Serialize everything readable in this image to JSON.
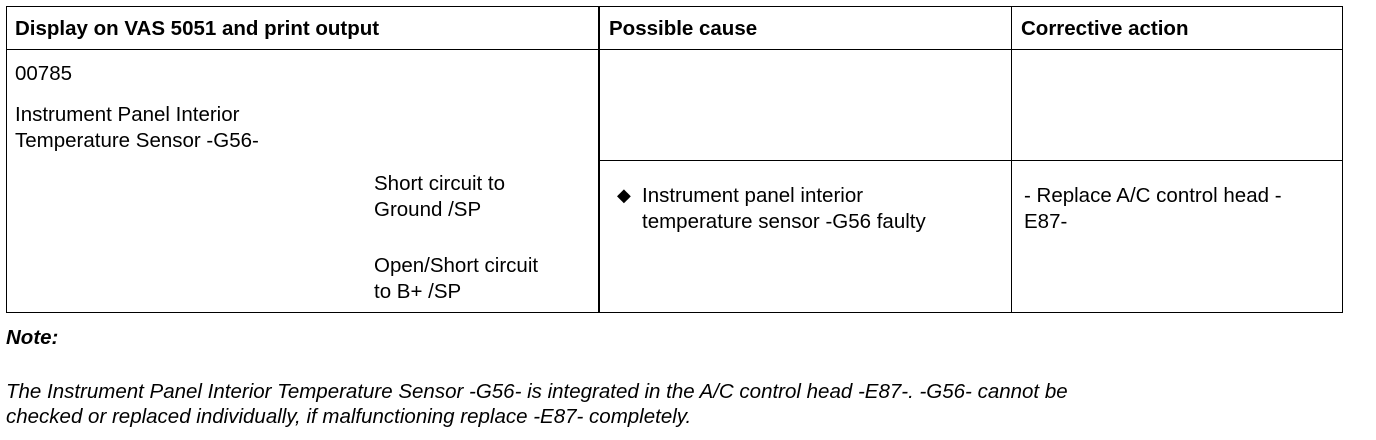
{
  "table": {
    "headers": {
      "display": "Display on VAS 5051 and print output",
      "cause": "Possible cause",
      "action": "Corrective action"
    },
    "fault_code": "00785",
    "component_line1": "Instrument Panel Interior",
    "component_line2": "Temperature Sensor -G56-",
    "symptom1_line1": "Short circuit to",
    "symptom1_line2": "Ground /SP",
    "symptom2_line1": "Open/Short circuit",
    "symptom2_line2": "to B+ /SP",
    "bullet_icon": "diamond-bullet",
    "cause_line1": "Instrument panel interior",
    "cause_line2": "temperature sensor -G56 faulty",
    "action_line1": "- Replace A/C control head -",
    "action_line2": "E87-"
  },
  "note": {
    "title": "Note:",
    "line1": "The Instrument Panel Interior Temperature Sensor -G56- is integrated in the A/C control head -E87-. -G56- cannot be",
    "line2": "checked or replaced individually, if malfunctioning replace -E87- completely."
  }
}
